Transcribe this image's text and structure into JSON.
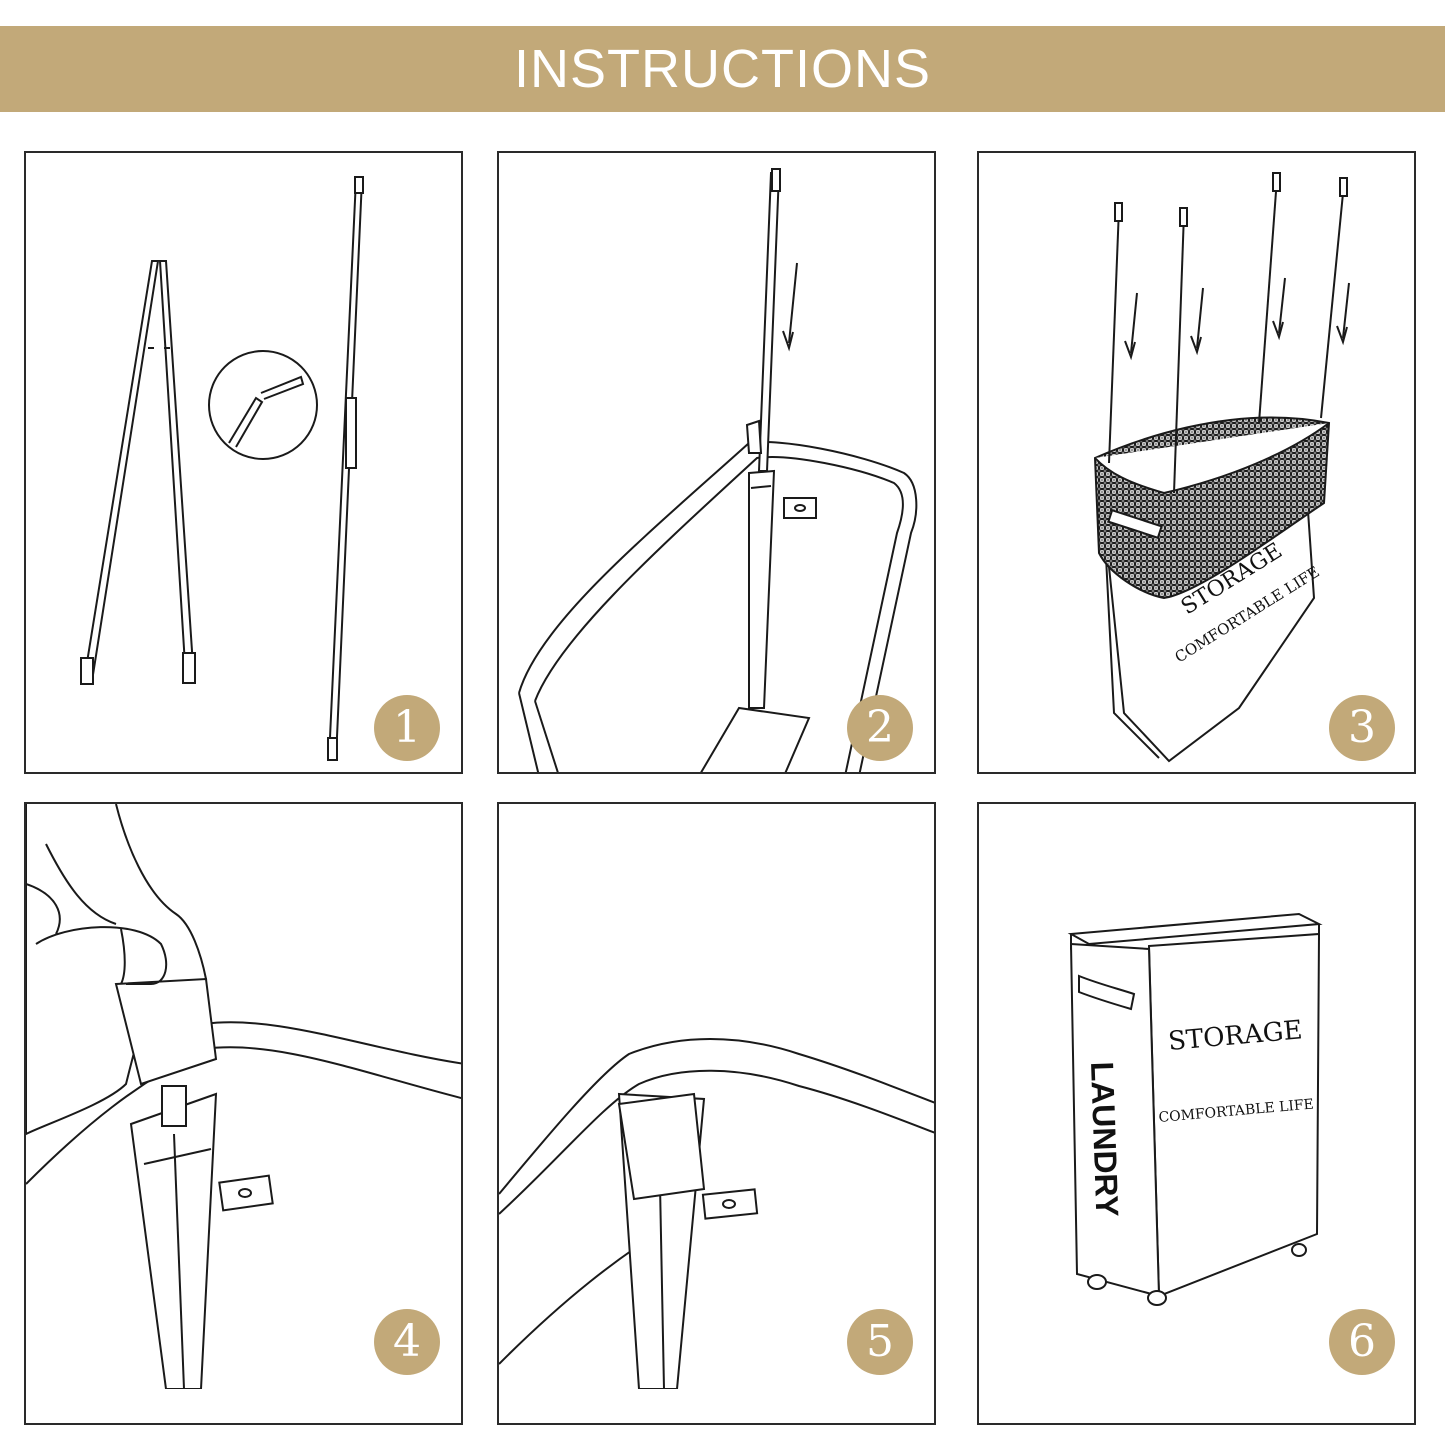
{
  "header": {
    "title": "INSTRUCTIONS",
    "background_color": "#c2a979",
    "text_color": "#ffffff"
  },
  "steps": [
    {
      "number": "1"
    },
    {
      "number": "2"
    },
    {
      "number": "3",
      "print_main": "STORAGE",
      "print_sub": "COMFORTABLE LIFE"
    },
    {
      "number": "4"
    },
    {
      "number": "5"
    },
    {
      "number": "6",
      "print_main": "STORAGE",
      "print_sub": "COMFORTABLE LIFE",
      "print_side": "LAUNDRY"
    }
  ]
}
